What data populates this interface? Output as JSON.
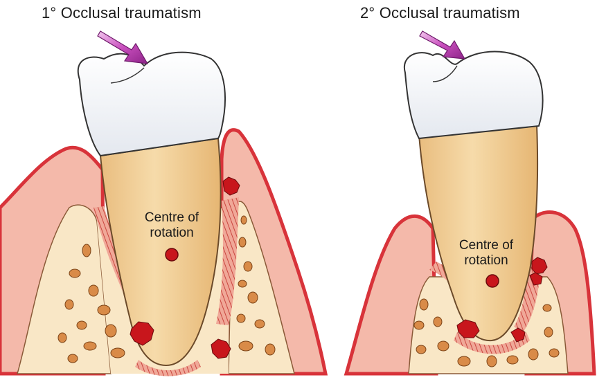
{
  "panels": [
    {
      "title": "1° Occlusal traumatism",
      "centre_label_line1": "Centre of",
      "centre_label_line2": "rotation"
    },
    {
      "title": "2° Occlusal traumatism",
      "centre_label_line1": "Centre of",
      "centre_label_line2": "rotation"
    }
  ],
  "colors": {
    "arrow": "#b23aa6",
    "enamel": "#f4f6f9",
    "dentin": "#f1cf99",
    "gingiva": "#f4b9aa",
    "gingiva_outline": "#d8333a",
    "bone": "#f9e7c6",
    "ligament": "#d96a6a",
    "marrow": "#d98b48",
    "lesion": "#c8161c"
  }
}
